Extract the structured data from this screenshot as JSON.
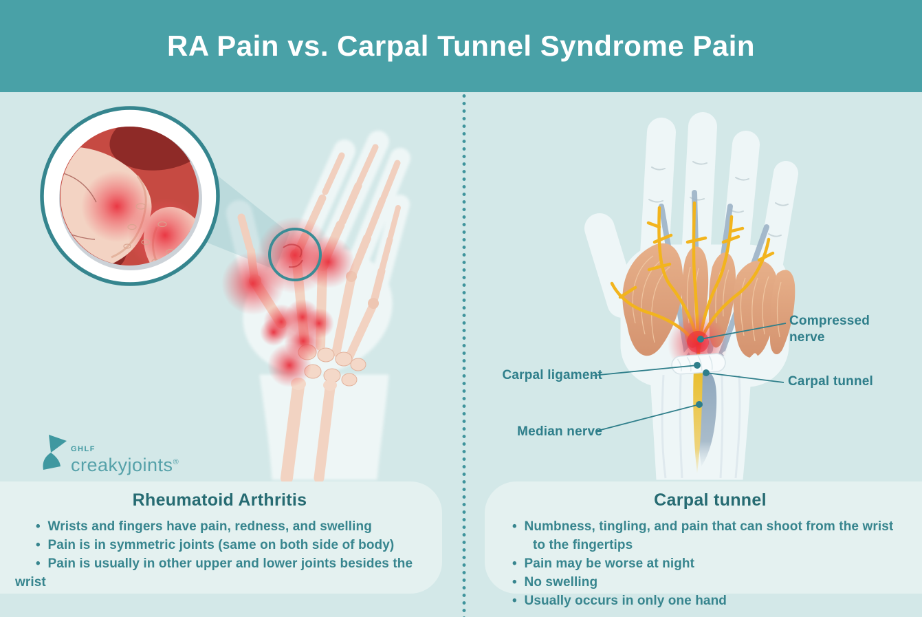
{
  "header": {
    "title": "RA Pain vs. Carpal Tunnel Syndrome Pain"
  },
  "labels": {
    "compressed_nerve": "Compressed nerve",
    "carpal_ligament": "Carpal ligament",
    "carpal_tunnel": "Carpal tunnel",
    "median_nerve": "Median nerve"
  },
  "left_card": {
    "title": "Rheumatoid Arthritis",
    "bullets": [
      "Wrists and fingers have pain, redness, and swelling",
      "Pain is in symmetric joints (same on both side of body)",
      "Pain is usually in other upper and lower joints besides the wrist"
    ]
  },
  "right_card": {
    "title": "Carpal tunnel",
    "bullets": [
      "Numbness, tingling, and pain that can shoot from the wrist to the fingertips",
      "Pain may be worse at night",
      "No swelling",
      "Usually occurs in only one hand"
    ]
  },
  "logo": {
    "org": "GHLF",
    "brand": "creakyjoints",
    "registered_mark": "®"
  },
  "colors": {
    "header_background": "#49a1a7",
    "panel_background": "#d3e8e8",
    "card_background": "#e4f1f0",
    "card_title": "#266b72",
    "card_text": "#37858e",
    "label_text": "#2e7e8a",
    "accent_teal": "#3a8f97",
    "pain_red": "#e92a38",
    "inset_capsule_red": "#c64a42",
    "inset_capsule_dark": "#8e2a27",
    "bone": "#f1cfbe",
    "muscle": "#dfa27f",
    "nerve_yellow": "#f2b41d",
    "tendon_blue": "#9db3c7"
  }
}
